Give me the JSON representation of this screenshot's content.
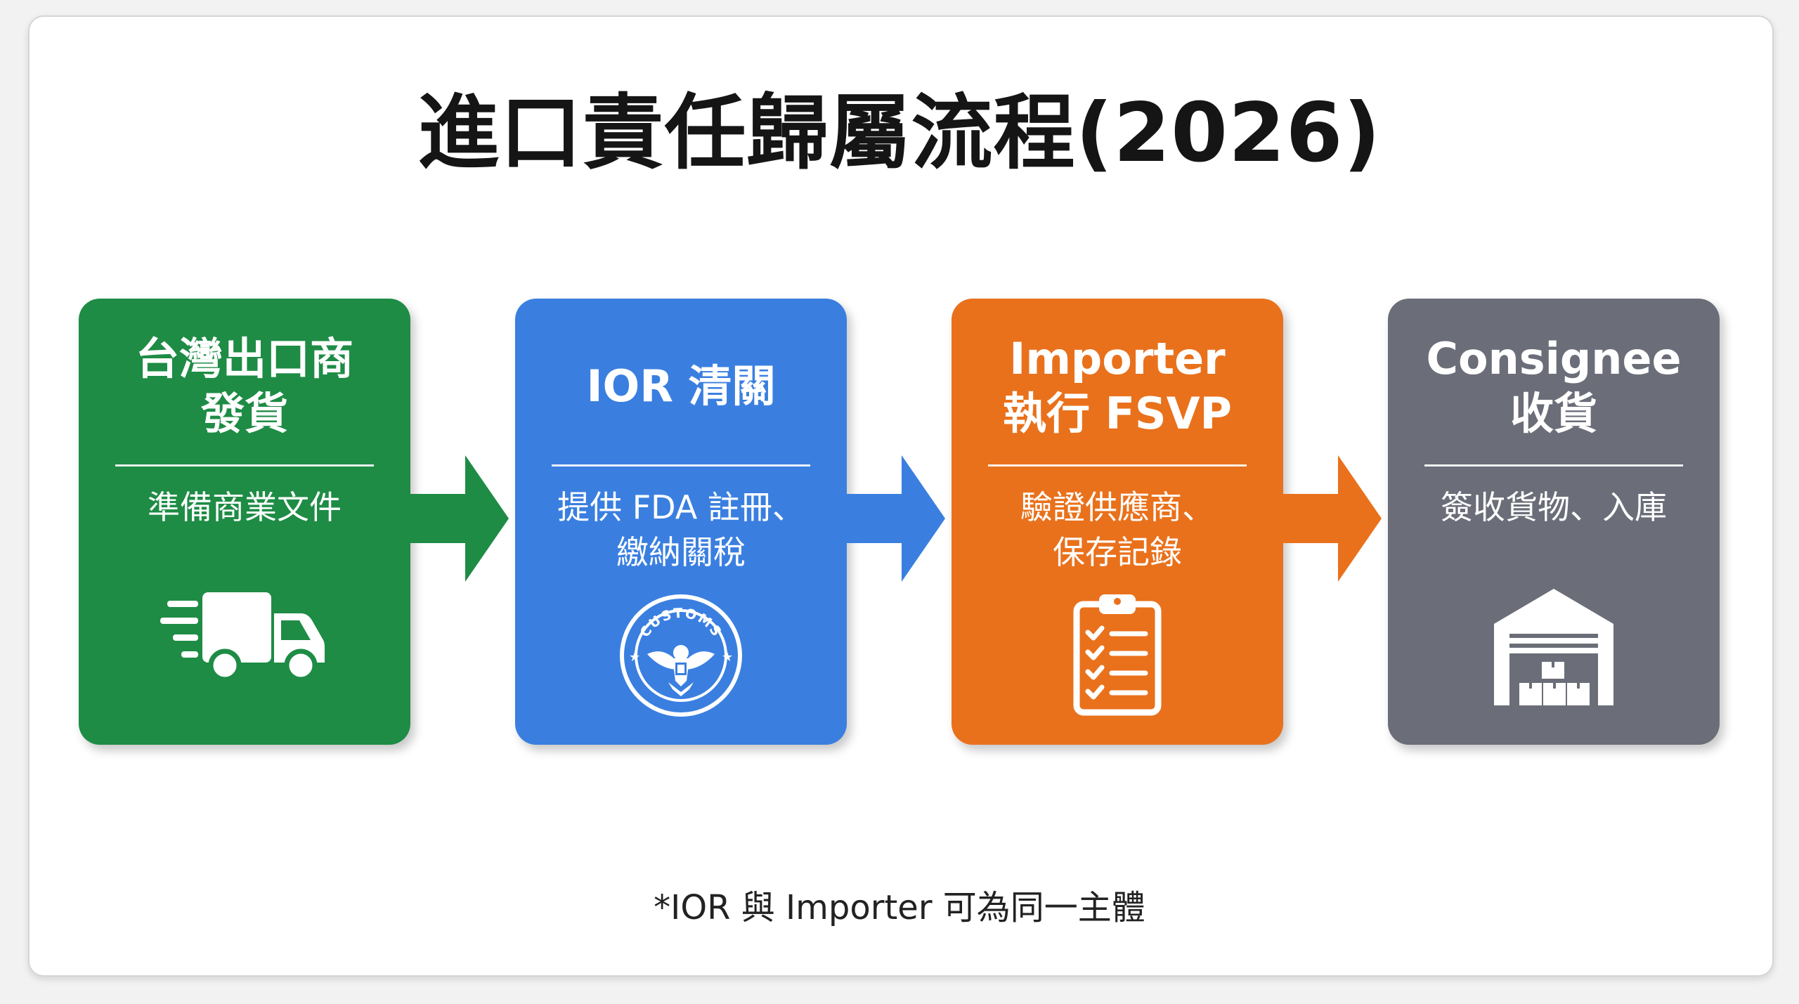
{
  "title": "進口責任歸屬流程(2026)",
  "steps": [
    {
      "title_line1": "台灣出口商",
      "title_line2": "發貨",
      "desc_line1": "準備商業文件",
      "desc_line2": "",
      "icon": "truck-icon",
      "color": "#1e8c45"
    },
    {
      "title_line1": "IOR 清關",
      "title_line2": "",
      "desc_line1": "提供 FDA 註冊、",
      "desc_line2": "繳納關稅",
      "icon": "customs-seal-icon",
      "icon_text": "CUSTOMS",
      "color": "#3a7fe0"
    },
    {
      "title_line1": "Importer",
      "title_line2": "執行 FSVP",
      "desc_line1": "驗證供應商、",
      "desc_line2": "保存記錄",
      "icon": "checklist-clipboard-icon",
      "color": "#e9711c"
    },
    {
      "title_line1": "Consignee",
      "title_line2": "收貨",
      "desc_line1": "簽收貨物、入庫",
      "desc_line2": "",
      "icon": "warehouse-icon",
      "color": "#6b6e78"
    }
  ],
  "footnote": "*IOR 與 Importer 可為同一主體"
}
